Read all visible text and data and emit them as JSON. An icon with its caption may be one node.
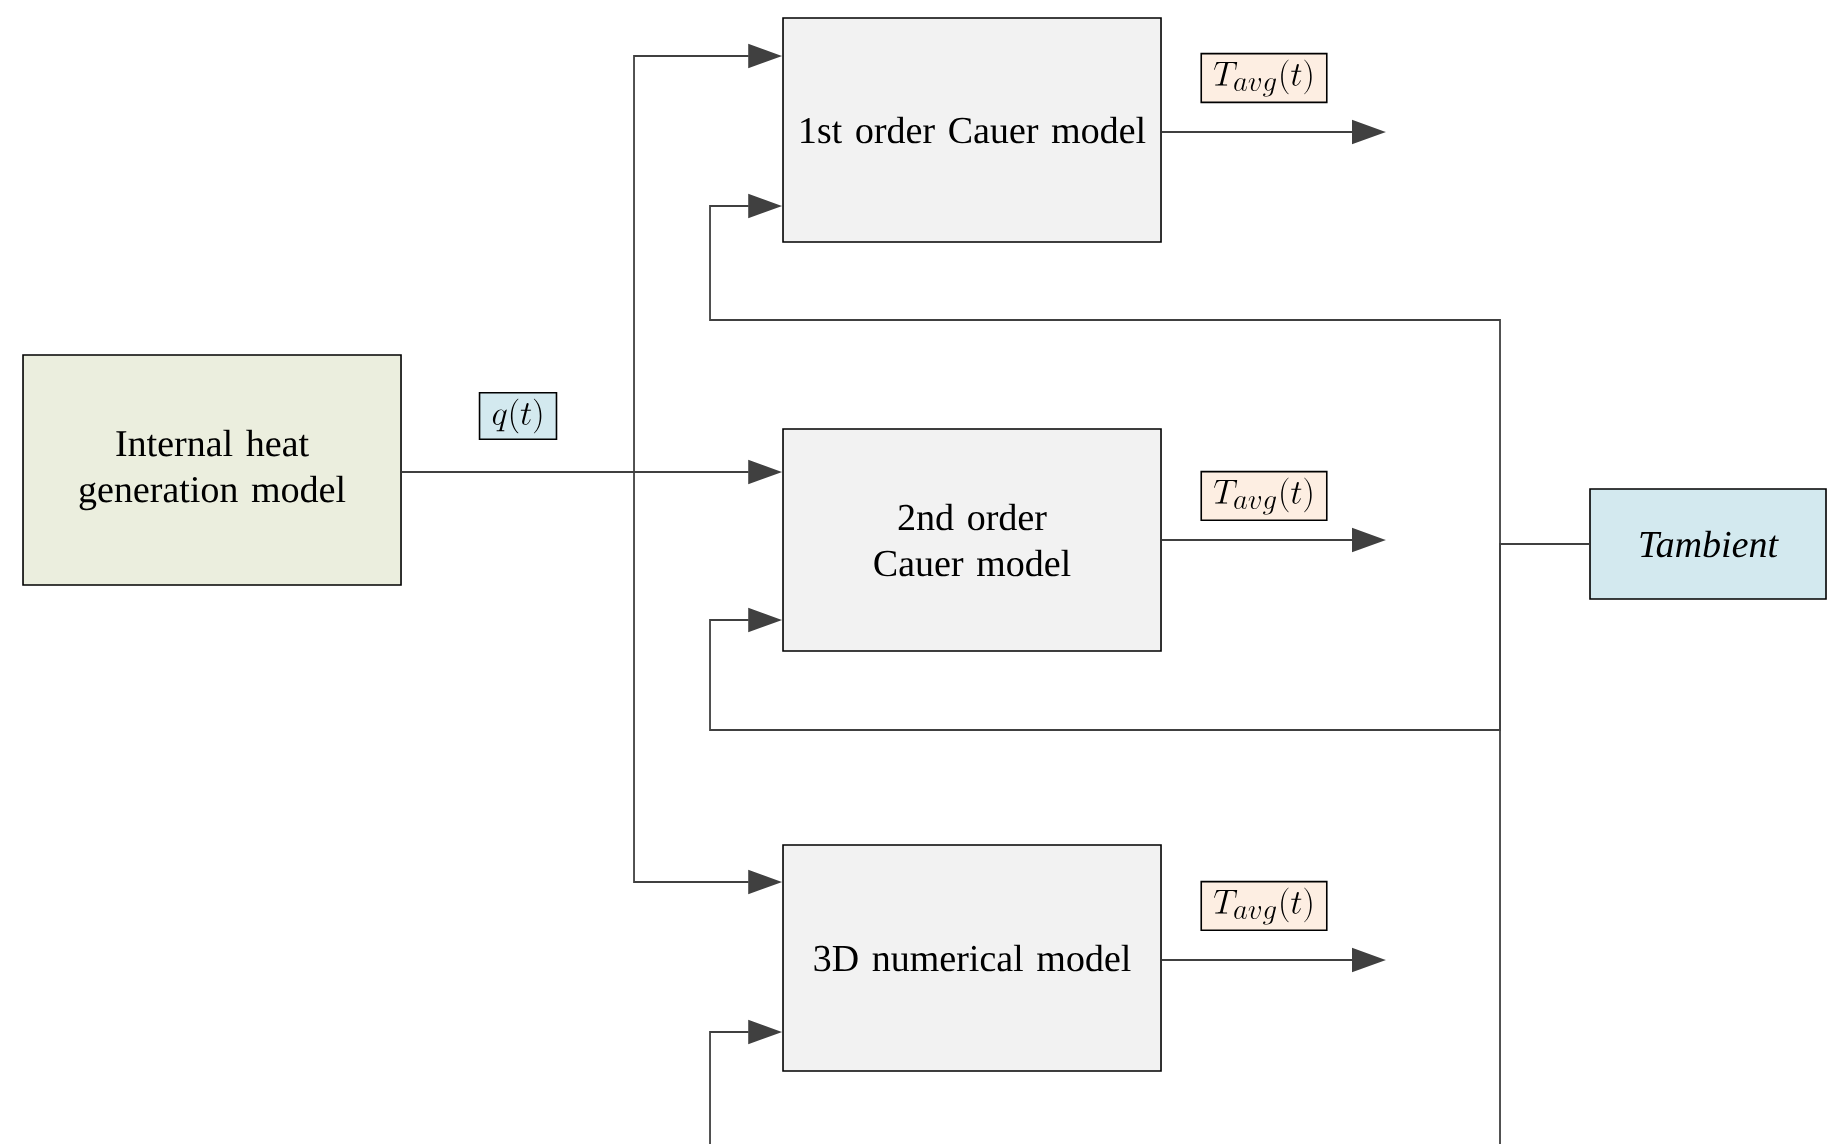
{
  "diagram": {
    "nodes": [
      {
        "text": [
          "Internal heat generation model"
        ]
      },
      {
        "text": [
          "1st order Cauer model"
        ]
      },
      {
        "text": [
          "2nd order Cauer model"
        ]
      },
      {
        "text": [
          "3D numerical model"
        ]
      },
      {
        "text": [
          "Tambient"
        ]
      }
    ],
    "edges": [
      {
        "from": 0,
        "to": 1,
        "arrow": "to"
      },
      {
        "from": 0,
        "to": 2,
        "arrow": "to",
        "label": "q(t)"
      },
      {
        "from": 0,
        "to": 3,
        "arrow": "to"
      },
      {
        "from": 1,
        "to": null,
        "arrow": "to",
        "label": "T_{avg}(t)"
      },
      {
        "from": 2,
        "to": null,
        "arrow": "to",
        "label": "T_{avg}(t)"
      },
      {
        "from": 3,
        "to": null,
        "arrow": "to",
        "label": "T_{avg}(t)"
      },
      {
        "from": 4,
        "to": 1,
        "arrow": "to"
      },
      {
        "from": 4,
        "to": 2,
        "arrow": "to"
      },
      {
        "from": 4,
        "to": 3,
        "arrow": "to"
      }
    ]
  }
}
